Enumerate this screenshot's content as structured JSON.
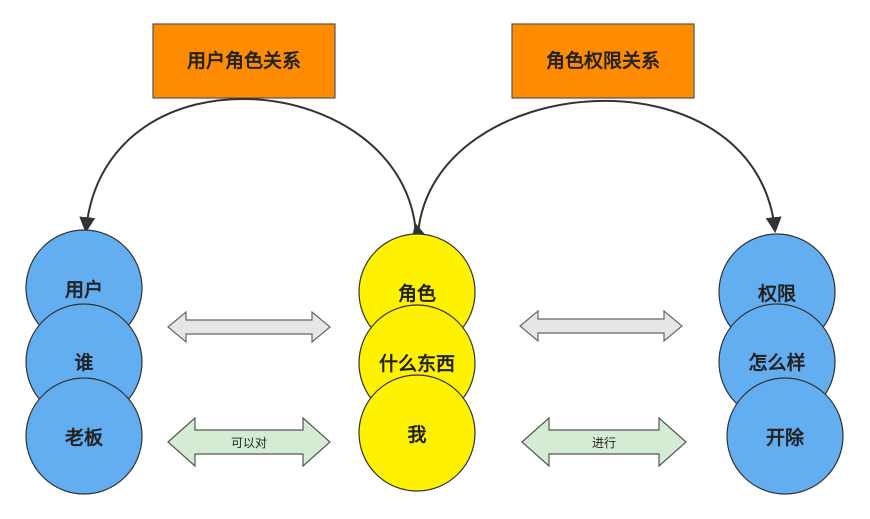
{
  "header": {
    "left_box": "用户角色关系",
    "right_box": "角色权限关系"
  },
  "columns": {
    "left": [
      "用户",
      "谁",
      "老板"
    ],
    "middle": [
      "角色",
      "什么东西",
      "我"
    ],
    "right": [
      "权限",
      "怎么样",
      "开除"
    ]
  },
  "arrows": {
    "left_top": "",
    "left_bottom": "可以对",
    "right_top": "",
    "right_bottom": "进行"
  },
  "colors": {
    "box_fill": "#ff8c00",
    "blue_fill": "#63aef0",
    "yellow_fill": "#fff200",
    "gray_arrow": "#e6e6e6",
    "green_arrow": "#d4ecd4"
  }
}
